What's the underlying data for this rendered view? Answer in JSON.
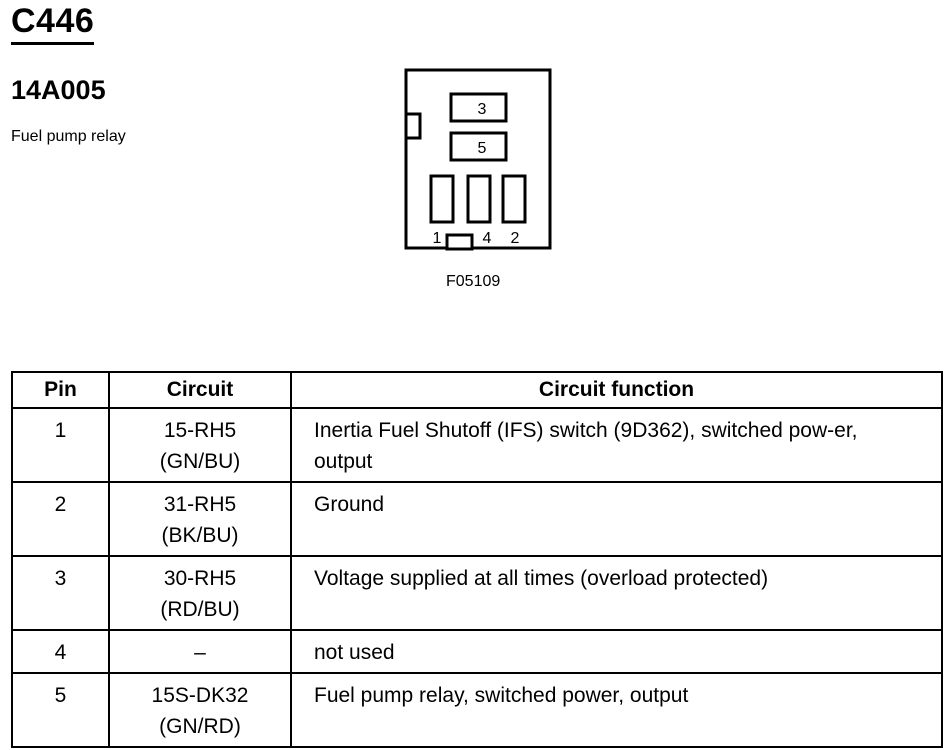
{
  "header": {
    "connector_id": "C446",
    "part_number": "14A005",
    "part_description": "Fuel pump relay"
  },
  "diagram": {
    "slot_labels": [
      "3",
      "5"
    ],
    "pin_labels": [
      "1",
      "4",
      "2"
    ],
    "figure_code": "F05109"
  },
  "table": {
    "headers": [
      "Pin",
      "Circuit",
      "Circuit function"
    ],
    "rows": [
      {
        "pin": "1",
        "circuit": "15-RH5",
        "wire_color": "(GN/BU)",
        "function": "Inertia Fuel Shutoff (IFS) switch (9D362), switched pow-er, output"
      },
      {
        "pin": "2",
        "circuit": "31-RH5",
        "wire_color": "(BK/BU)",
        "function": "Ground"
      },
      {
        "pin": "3",
        "circuit": "30-RH5",
        "wire_color": "(RD/BU)",
        "function": "Voltage supplied at all times (overload protected)"
      },
      {
        "pin": "4",
        "circuit": "–",
        "wire_color": "",
        "function": "not used"
      },
      {
        "pin": "5",
        "circuit": "15S-DK32",
        "wire_color": "(GN/RD)",
        "function": "Fuel pump relay, switched power, output"
      }
    ]
  }
}
